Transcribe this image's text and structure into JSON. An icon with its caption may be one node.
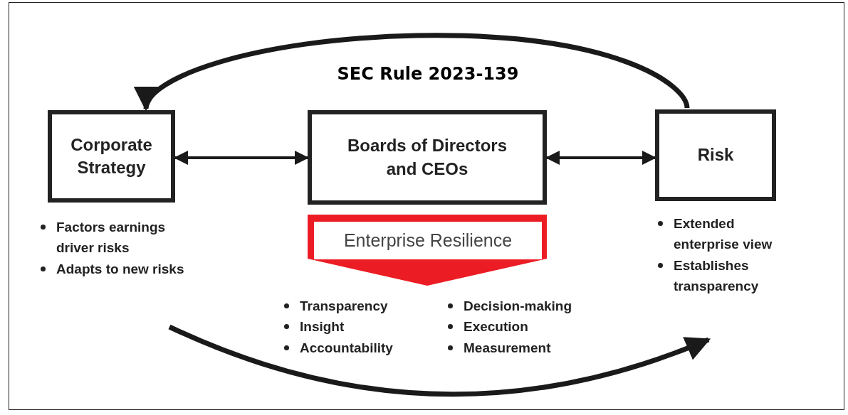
{
  "diagram": {
    "nodes": [
      {
        "text": [
          "Corporate Strategy"
        ],
        "beside": [
          "Factors earnings driver risks",
          "Adapts to new risks"
        ]
      },
      {
        "text": [
          "Boards of Directors and CEOs"
        ]
      },
      {
        "text": [
          "Risk"
        ],
        "beside": [
          "Extended enterprise view",
          "Establishes transparency"
        ]
      },
      {
        "text": [
          "Enterprise Resilience"
        ]
      }
    ],
    "labels": [
      "Transparency",
      "Insight",
      "Accountability",
      "Decision-making",
      "Execution",
      "Measurement"
    ],
    "edges": [
      {
        "from": 0,
        "to": 1,
        "arrow": "both"
      },
      {
        "from": 1,
        "to": 2,
        "arrow": "both"
      },
      {
        "from": 2,
        "to": 0,
        "arrow": "to",
        "label": "SEC Rule 2023-139"
      },
      {
        "from": 0,
        "to": 2,
        "arrow": "to"
      }
    ]
  }
}
